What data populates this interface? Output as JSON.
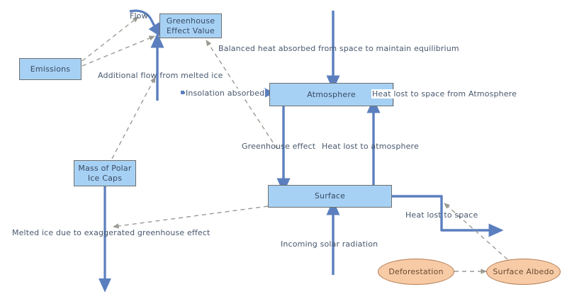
{
  "diagram": {
    "title": "Greenhouse Effect System Dynamics Diagram",
    "colors": {
      "stock_fill": "#a6d1f4",
      "stock_stroke": "#6f6f6f",
      "cloud_fill": "#f7cba6",
      "cloud_stroke": "#b37b52",
      "flow_arrow": "#5b7fbe",
      "influence_arrow": "#9a9a93",
      "label_text": "#48586e",
      "background": "#ffffff"
    },
    "nodes": [
      {
        "id": "greenhouse_effect_value",
        "label": "Greenhouse\nEffect Value",
        "line1": "Greenhouse",
        "line2": "Effect Value",
        "shape": "box"
      },
      {
        "id": "emissions",
        "label": "Emissions",
        "line1": "Emissions",
        "line2": "",
        "shape": "box"
      },
      {
        "id": "mass_of_polar_ice_caps",
        "label": "Mass of Polar\nIce Caps",
        "line1": "Mass of Polar",
        "line2": "Ice Caps",
        "shape": "box"
      },
      {
        "id": "atmosphere",
        "label": "Atmosphere",
        "line1": "Atmosphere",
        "line2": "",
        "shape": "box"
      },
      {
        "id": "surface",
        "label": "Surface",
        "line1": "Surface",
        "line2": "",
        "shape": "box"
      },
      {
        "id": "deforestation",
        "label": "Deforestation",
        "line1": "Deforestation",
        "line2": "",
        "shape": "ellipse"
      },
      {
        "id": "surface_albedo",
        "label": "Surface Albedo",
        "line1": "Surface Albedo",
        "line2": "",
        "shape": "ellipse"
      }
    ],
    "edge_labels": [
      {
        "id": "flow",
        "text": "Flow"
      },
      {
        "id": "balanced_heat",
        "text": "Balanced heat absorbed from space to maintain equilibrium"
      },
      {
        "id": "additional_flow",
        "text": "Additional flow from melted ice"
      },
      {
        "id": "insolation_absorbed",
        "text": "Insolation absorbed"
      },
      {
        "id": "heat_lost_to_space_from_atmosphere",
        "text": "Heat lost to space from Atmosphere"
      },
      {
        "id": "greenhouse_effect",
        "text": "Greenhouse effect"
      },
      {
        "id": "heat_lost_to_atmosphere",
        "text": "Heat lost to atmosphere"
      },
      {
        "id": "melted_ice",
        "text": "Melted ice due to exaggerated greenhouse effect"
      },
      {
        "id": "incoming_solar_radiation",
        "text": "Incoming solar radiation"
      },
      {
        "id": "heat_lost_to_space",
        "text": "Heat lost to space"
      }
    ]
  }
}
